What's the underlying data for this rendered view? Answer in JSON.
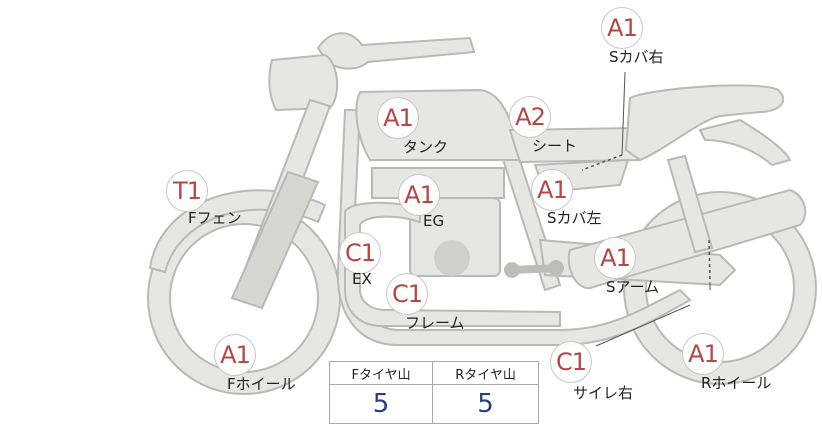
{
  "parts": [
    {
      "key": "s-cover-right",
      "grade": "A1",
      "label": "Sカバ右"
    },
    {
      "key": "tank",
      "grade": "A1",
      "label": "タンク"
    },
    {
      "key": "seat",
      "grade": "A2",
      "label": "シート"
    },
    {
      "key": "f-fender",
      "grade": "T1",
      "label": "Fフェン"
    },
    {
      "key": "eg",
      "grade": "A1",
      "label": "EG"
    },
    {
      "key": "s-cover-left",
      "grade": "A1",
      "label": "Sカバ左"
    },
    {
      "key": "ex",
      "grade": "C1",
      "label": "EX"
    },
    {
      "key": "s-arm",
      "grade": "A1",
      "label": "Sアーム"
    },
    {
      "key": "frame",
      "grade": "C1",
      "label": "フレーム"
    },
    {
      "key": "silencer-right",
      "grade": "C1",
      "label": "サイレ右"
    },
    {
      "key": "f-wheel",
      "grade": "A1",
      "label": "Fホイール"
    },
    {
      "key": "r-wheel",
      "grade": "A1",
      "label": "Rホイール"
    }
  ],
  "tread": {
    "headers": [
      "Fタイヤ山",
      "Rタイヤ山"
    ],
    "values": [
      "5",
      "5"
    ]
  },
  "colors": {
    "grade_text": "#b24848",
    "tread_value": "#2b3f7a",
    "bike_fill": "#e6e6e4",
    "bike_outline": "#b9b9b6"
  }
}
